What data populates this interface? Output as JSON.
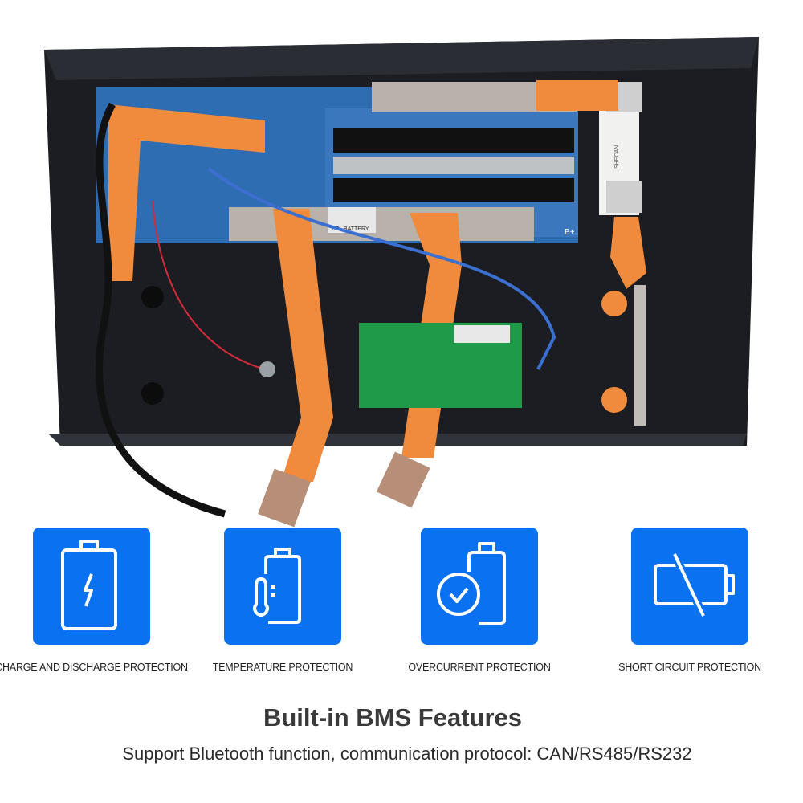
{
  "photo": {
    "pcb_label": "EEL BATTERY",
    "terminal_label": "B+",
    "fuse_label": "SHECAN"
  },
  "features": [
    {
      "label": "CHARGE AND DISCHARGE PROTECTION",
      "icon": "battery-charging-icon"
    },
    {
      "label": "TEMPERATURE PROTECTION",
      "icon": "battery-thermometer-icon"
    },
    {
      "label": "OVERCURRENT PROTECTION",
      "icon": "battery-check-icon"
    },
    {
      "label": "SHORT CIRCUIT PROTECTION",
      "icon": "battery-slash-icon"
    }
  ],
  "title": "Built-in BMS Features",
  "subtitle": "Support Bluetooth function, communication protocol: CAN/RS485/RS232",
  "colors": {
    "accent": "#0a72f0",
    "copper": "#f08a3c"
  }
}
